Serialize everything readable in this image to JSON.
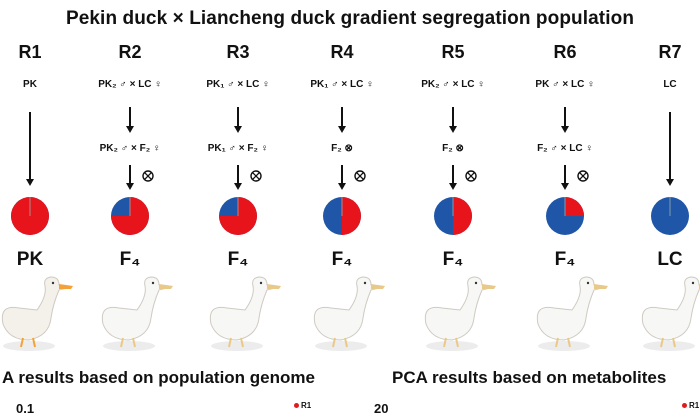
{
  "title": "Pekin duck × Liancheng duck gradient segregation population",
  "colors": {
    "pk": "#e8141b",
    "lc": "#1f56a8"
  },
  "columns": [
    {
      "code": "R1",
      "cross1": "PK",
      "cross2": "",
      "result": "PK",
      "pk_fraction": 1.0
    },
    {
      "code": "R2",
      "cross1": "PK₂ ♂ × LC ♀",
      "cross2": "PK₂ ♂ × F₂ ♀",
      "result": "F₄",
      "pk_fraction": 0.75
    },
    {
      "code": "R3",
      "cross1": "PK₁ ♂ × LC ♀",
      "cross2": "PK₁ ♂ × F₂ ♀",
      "result": "F₄",
      "pk_fraction": 0.75
    },
    {
      "code": "R4",
      "cross1": "PK₁ ♂ × LC ♀",
      "cross2": "F₂ ⊗",
      "result": "F₄",
      "pk_fraction": 0.5
    },
    {
      "code": "R5",
      "cross1": "PK₂ ♂ × LC ♀",
      "cross2": "F₂ ⊗",
      "result": "F₄",
      "pk_fraction": 0.5
    },
    {
      "code": "R6",
      "cross1": "PK ♂ × LC ♀",
      "cross2": "F₂ ♂ × LC ♀",
      "result": "F₄",
      "pk_fraction": 0.25
    },
    {
      "code": "R7",
      "cross1": "LC",
      "cross2": "",
      "result": "LC",
      "pk_fraction": 0.0
    }
  ],
  "self_symbol": "⊗",
  "bottom": {
    "left_heading": "A results based on population genome",
    "right_heading": "PCA results based on metabolites",
    "left_axis_value": "0.1",
    "right_axis_value": "20",
    "legend_label": "R1"
  }
}
